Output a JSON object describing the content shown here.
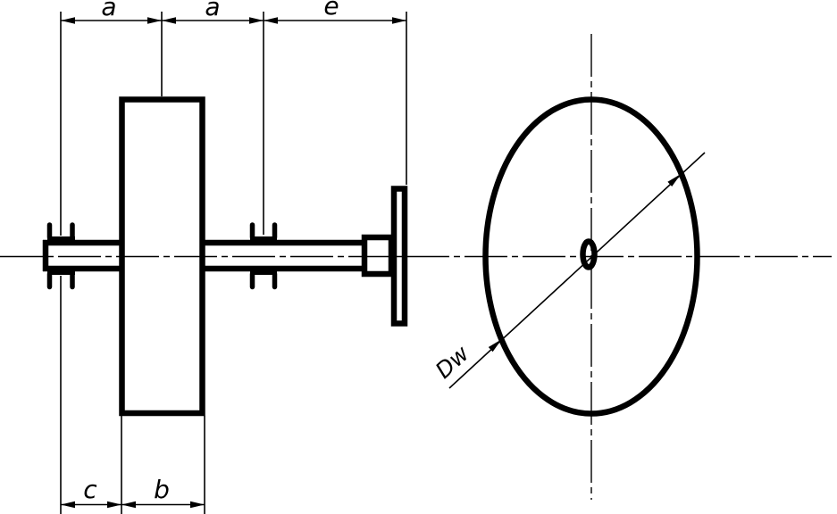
{
  "drawing": {
    "background_color": "#ffffff",
    "line_color": "#000000",
    "dimension_labels": {
      "top": [
        "a",
        "a",
        "e"
      ],
      "bottom": [
        "c",
        "b"
      ],
      "diameter": "Dw"
    }
  }
}
